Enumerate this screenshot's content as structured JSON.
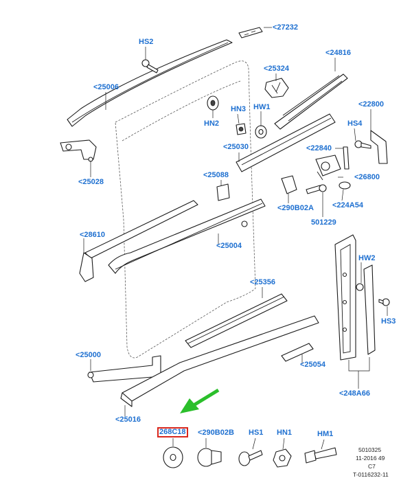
{
  "callouts": {
    "c27232": "<27232",
    "hs2": "HS2",
    "c24816": "<24816",
    "c25324": "<25324",
    "c25006": "<25006",
    "hn3": "HN3",
    "hw1": "HW1",
    "c22800": "<22800",
    "hn2": "HN2",
    "hs4": "HS4",
    "c25030": "<25030",
    "c22840": "<22840",
    "c25028": "<25028",
    "c25088": "<25088",
    "c26800": "<26800",
    "c290b02a": "<290B02A",
    "c224a54": "<224A54",
    "c501229": "501229",
    "c28610": "<28610",
    "c25004": "<25004",
    "hw2": "HW2",
    "c25356": "<25356",
    "hs3": "HS3",
    "c25000": "<25000",
    "c25054": "<25054",
    "c248a66": "<248A66",
    "c25016": "<25016",
    "c268c18": "268C18",
    "c290b02b": "<290B02B",
    "hs1": "HS1",
    "hn1": "HN1",
    "hm1": "HM1"
  },
  "footer": {
    "line1": "5010325",
    "line2": "11-2016 49",
    "line3": "C7",
    "line4": "T-0116232-11"
  },
  "colors": {
    "label": "#1d6fd0",
    "highlight_box": "#d9261c",
    "arrow": "#2bbf2b"
  }
}
